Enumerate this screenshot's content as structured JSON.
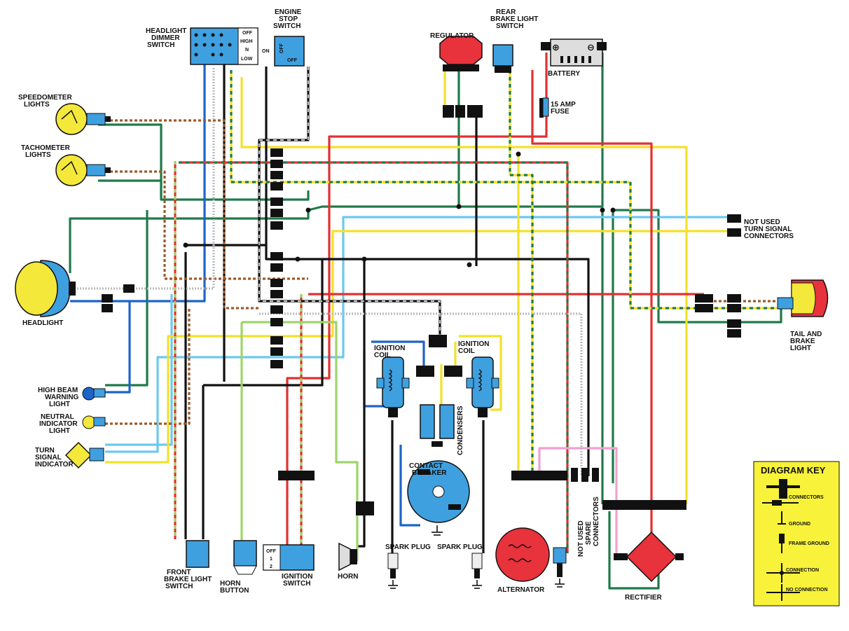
{
  "colors": {
    "blue_component": "#3fa0e0",
    "yellow_lamp": "#f4e83a",
    "red_component": "#e8323c",
    "key_bg": "#f8f23a",
    "wire_green": "#1f7a4a",
    "wire_blue": "#1e63c8",
    "wire_lightblue": "#6cc8f0",
    "wire_yellow": "#f2e12a",
    "wire_red": "#e23030",
    "wire_black": "#111111",
    "wire_brown": "#9a5a2a",
    "wire_lightgreen": "#9ed46a",
    "wire_pink": "#f0a0d0",
    "wire_gray": "#bbbbbb"
  },
  "labels": {
    "headlight_dimmer": [
      "HEADLIGHT",
      "DIMMER",
      "SWITCH"
    ],
    "dimmer_positions": [
      "OFF",
      "HIGH",
      "N",
      "LOW"
    ],
    "dimmer_on": "ON",
    "engine_stop": [
      "ENGINE",
      "STOP",
      "SWITCH"
    ],
    "engine_stop_off1": "OFF",
    "engine_stop_off2": "OFF",
    "regulator": "REGULATOR",
    "rear_brake": [
      "REAR",
      "BRAKE LIGHT",
      "SWITCH"
    ],
    "battery": "BATTERY",
    "fuse": [
      "15 AMP",
      "FUSE"
    ],
    "speedometer": [
      "SPEEDOMETER",
      "LIGHTS"
    ],
    "tachometer": [
      "TACHOMETER",
      "LIGHTS"
    ],
    "not_used_turn": [
      "NOT USED",
      "TURN SIGNAL",
      "CONNECTORS"
    ],
    "headlight": "HEADLIGHT",
    "tail_brake": [
      "TAIL AND",
      "BRAKE",
      "LIGHT"
    ],
    "high_beam": [
      "HIGH BEAM",
      "WARNING",
      "LIGHT"
    ],
    "neutral": [
      "NEUTRAL",
      "INDICATOR",
      "LIGHT"
    ],
    "turn_signal": [
      "TURN",
      "SIGNAL",
      "INDICATOR"
    ],
    "ignition_coil_left": [
      "IGNITION",
      "COIL"
    ],
    "ignition_coil_right": [
      "IGNITION",
      "COIL"
    ],
    "condensers": "CONDENSERS",
    "contact_breaker": [
      "CONTACT",
      "BREAKER"
    ],
    "spark_plug_left": "SPARK PLUG",
    "spark_plug_right": "SPARK PLUG",
    "front_brake": [
      "FRONT",
      "BRAKE LIGHT",
      "SWITCH"
    ],
    "horn_button": [
      "HORN",
      "BUTTON"
    ],
    "ignition_switch": [
      "IGNITION",
      "SWITCH"
    ],
    "ignition_positions": [
      "OFF",
      "1",
      "2"
    ],
    "horn": "HORN",
    "alternator": "ALTERNATOR",
    "not_used_spare": [
      "NOT USED",
      "SPARE",
      "CONNECTORS"
    ],
    "rectifier": "RECTIFIER"
  },
  "key": {
    "title": "DIAGRAM KEY",
    "items": [
      "CONNECTORS",
      "GROUND",
      "FRAME GROUND",
      "CONNECTION",
      "NO CONNECTION"
    ]
  }
}
